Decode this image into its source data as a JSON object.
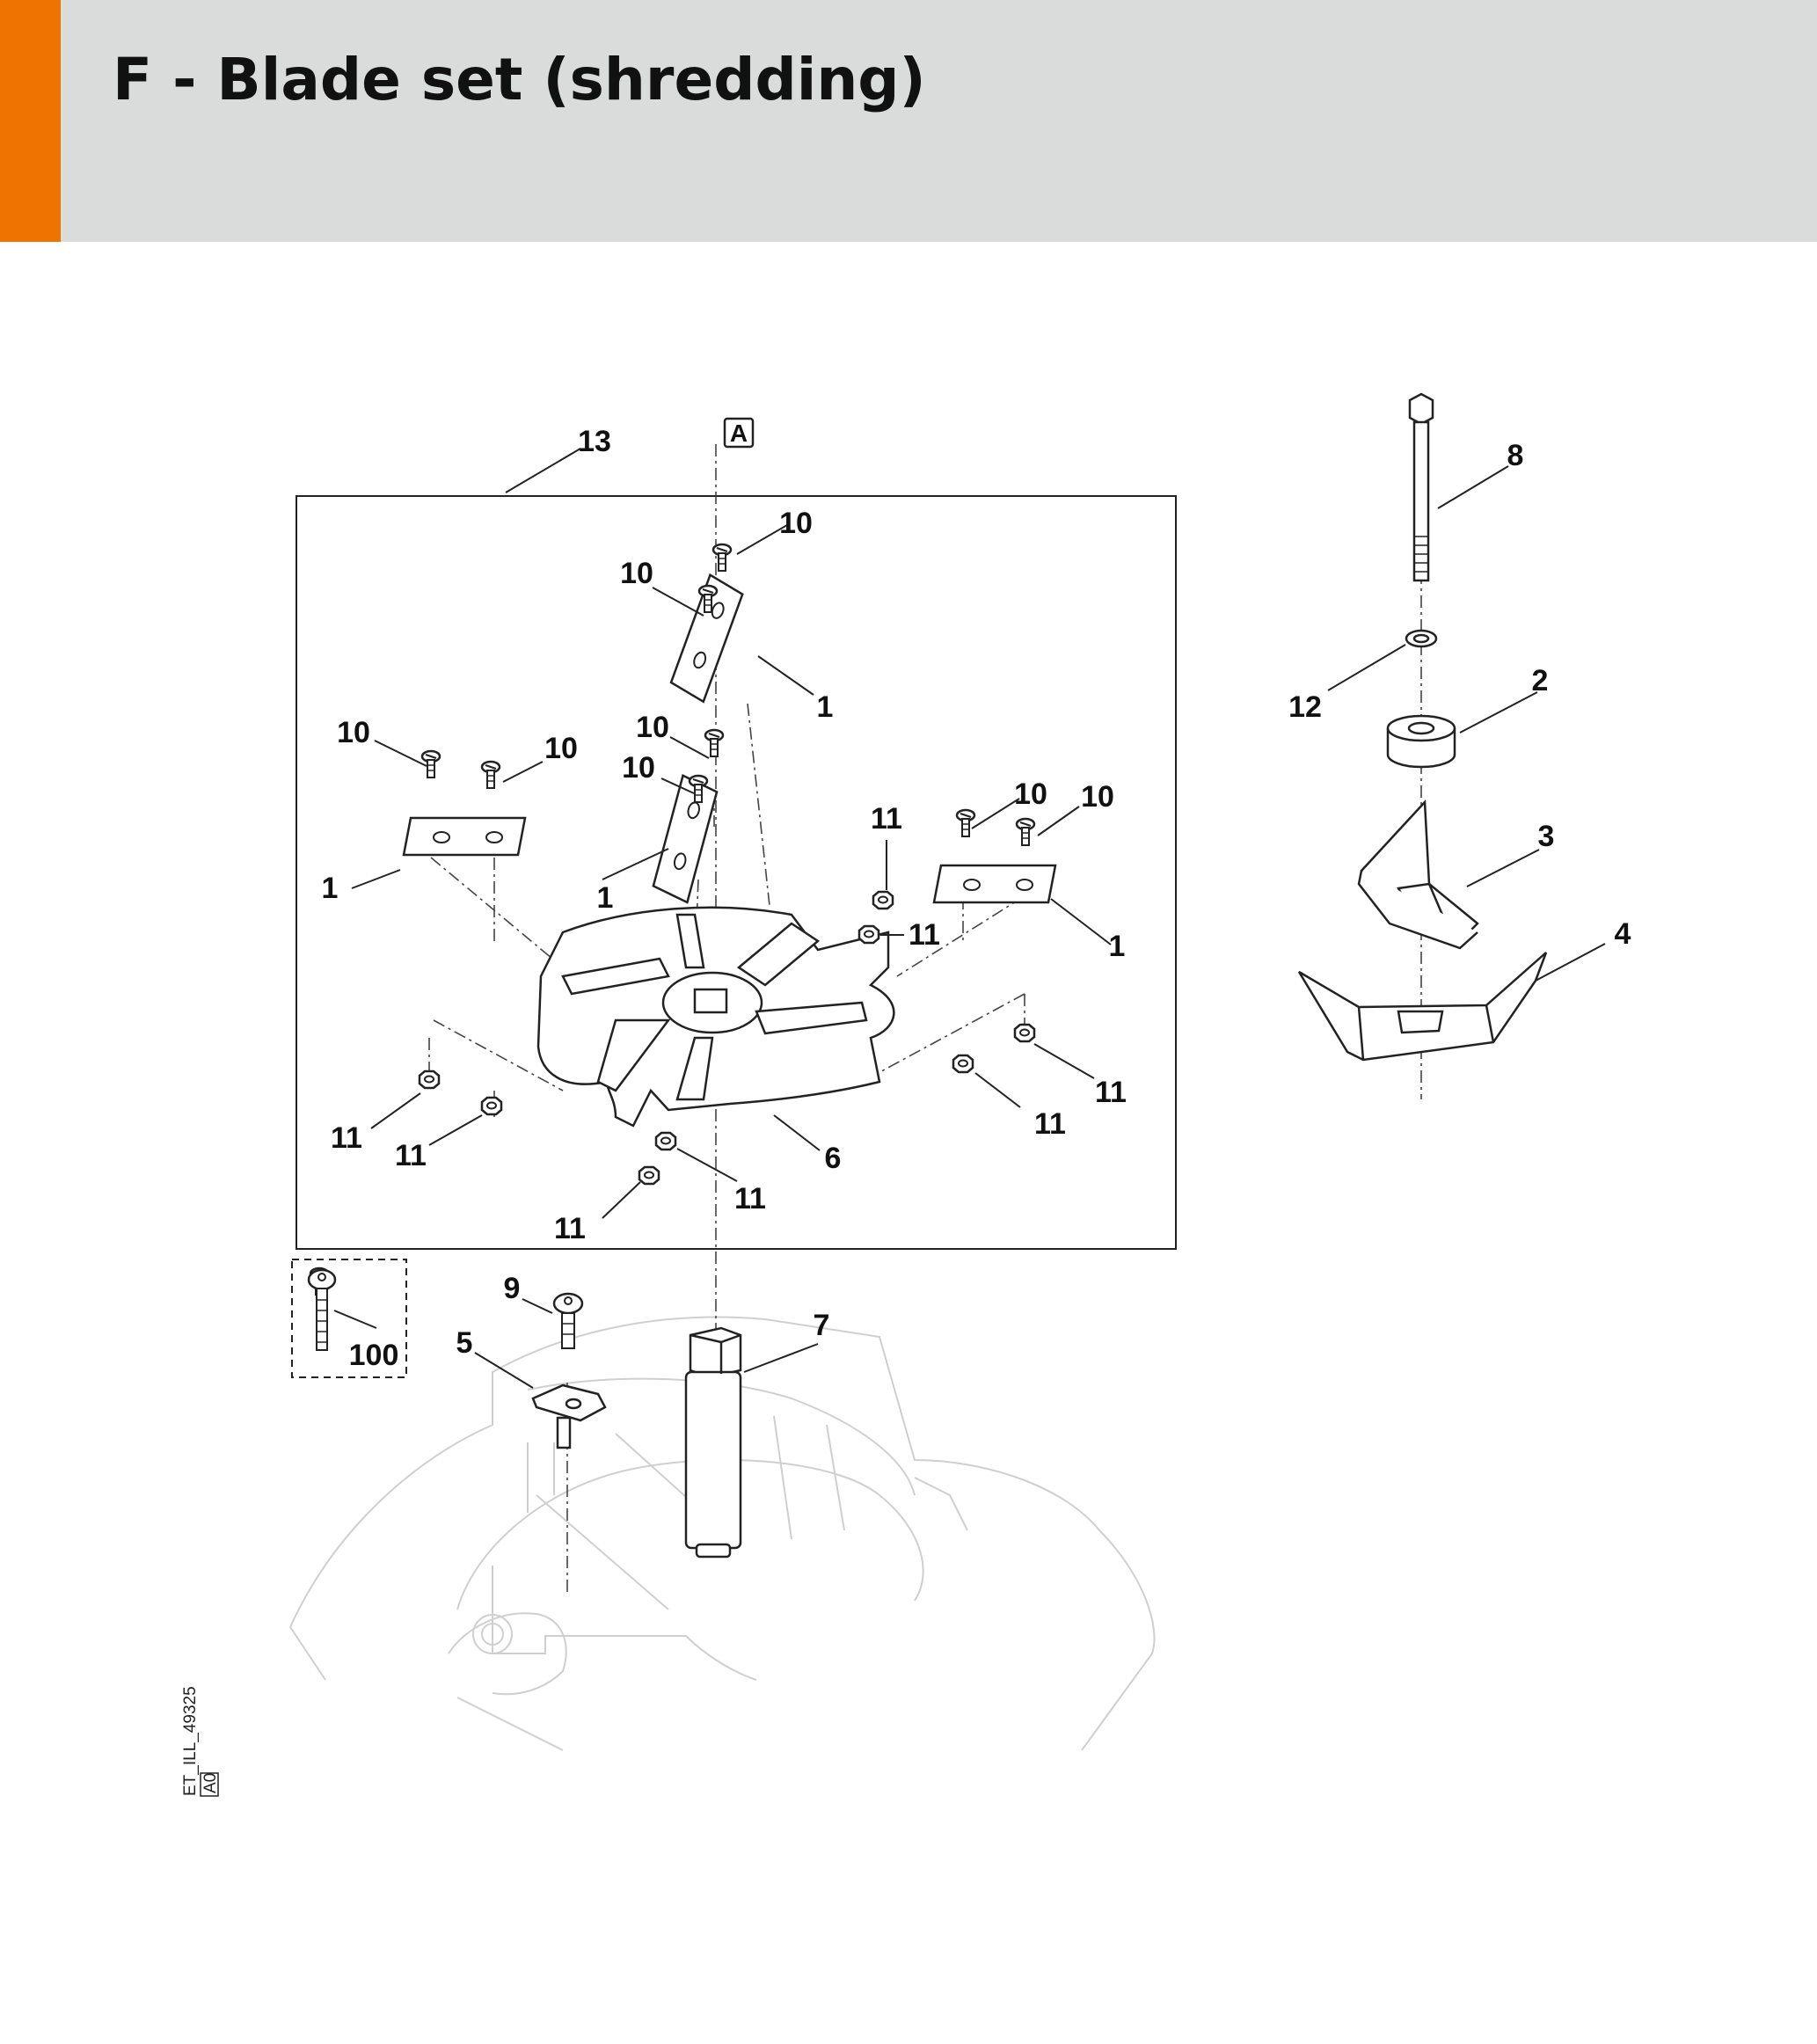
{
  "header": {
    "title": "F - Blade set (shredding)",
    "accent_color": "#ef7300",
    "background_color": "#dadbdb"
  },
  "diagram": {
    "reference_marker": "A",
    "illustration_code": "ET_ILL_49325",
    "illustration_revision": "A0",
    "callouts": {
      "c1a": "1",
      "c1b": "1",
      "c1c": "1",
      "c1d": "1",
      "c2": "2",
      "c3": "3",
      "c4": "4",
      "c5": "5",
      "c6": "6",
      "c7": "7",
      "c8": "8",
      "c9": "9",
      "c10a": "10",
      "c10b": "10",
      "c10c": "10",
      "c10d": "10",
      "c10e": "10",
      "c10f": "10",
      "c10g": "10",
      "c10h": "10",
      "c11a": "11",
      "c11b": "11",
      "c11c": "11",
      "c11d": "11",
      "c11e": "11",
      "c11f": "11",
      "c11g": "11",
      "c11h": "11",
      "c12": "12",
      "c13": "13",
      "c100": "100"
    }
  }
}
